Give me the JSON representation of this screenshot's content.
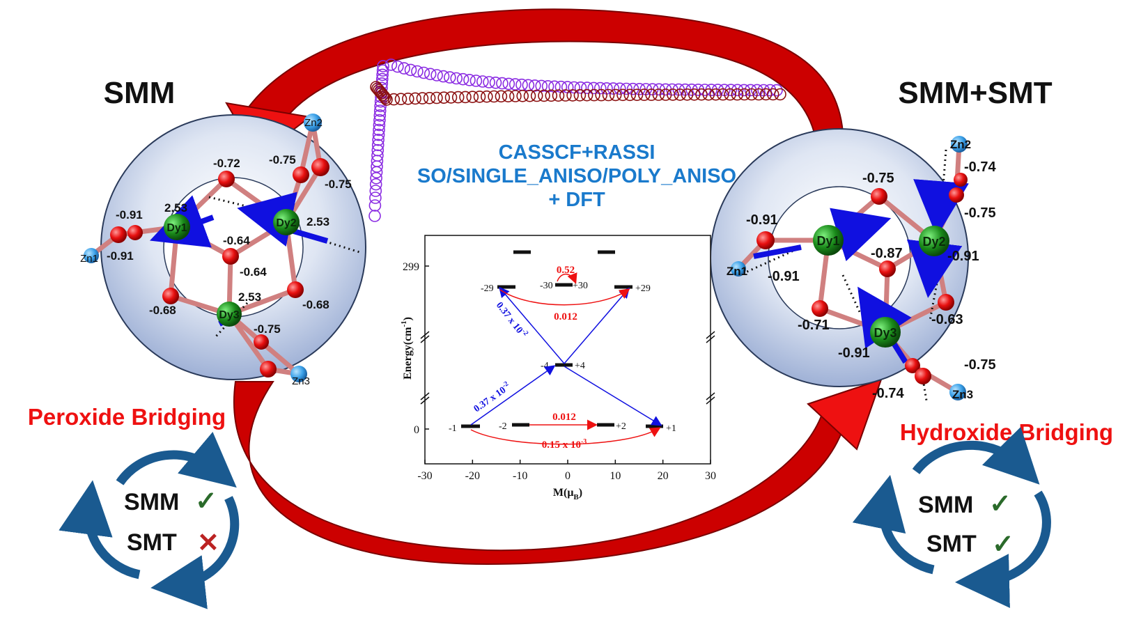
{
  "titles": {
    "left": "SMM",
    "right": "SMM+SMT"
  },
  "methods": {
    "line1": "CASSCF+RASSI",
    "line2": "SO/SINGLE_ANISO/POLY_ANISO",
    "line3": "+ DFT"
  },
  "bridging": {
    "left": "Peroxide Bridging",
    "right": "Hydroxide Bridging"
  },
  "cycle_left": {
    "smm": "SMM",
    "smt": "SMT",
    "smm_mark": "✓",
    "smt_mark": "✕"
  },
  "cycle_right": {
    "smm": "SMM",
    "smt": "SMT",
    "smm_mark": "✓",
    "smt_mark": "✓"
  },
  "left_molecule": {
    "atoms": {
      "dy1": "Dy1",
      "dy2": "Dy2",
      "dy3": "Dy3",
      "zn1": "Zn1",
      "zn2": "Zn2",
      "zn3": "Zn3"
    },
    "labels": {
      "a": "-0.72",
      "b": "-0.75",
      "c": "-0.75",
      "d": "2.53",
      "e": "2.53",
      "f": "-0.91",
      "g": "-0.91",
      "h": "-0.64",
      "i": "-0.64",
      "j": "2.53",
      "k": "-0.68",
      "l": "-0.68",
      "m": "-0.75"
    }
  },
  "right_molecule": {
    "atoms": {
      "dy1": "Dy1",
      "dy2": "Dy2",
      "dy3": "Dy3",
      "zn1": "Zn1",
      "zn2": "Zn2",
      "zn3": "Zn3"
    },
    "labels": {
      "a": "-0.75",
      "b": "-0.74",
      "c": "-0.75",
      "d": "-0.91",
      "e": "-0.87",
      "f": "-0.91",
      "g": "-0.91",
      "h": "-0.71",
      "i": "-0.63",
      "j": "-0.91",
      "k": "-0.75",
      "l": "-0.74"
    }
  },
  "energy_diagram": {
    "ylabel": "Energy(cm",
    "ylabel_sup": "-1",
    "ylabel_end": ")",
    "xlabel": "M(μ",
    "xlabel_sub": "B",
    "xlabel_end": ")",
    "xticks": [
      "-30",
      "-20",
      "-10",
      "0",
      "10",
      "20",
      "30"
    ],
    "yticks": {
      "top": "299",
      "bottom": "0"
    },
    "states": {
      "m29": "-29",
      "m30": "-30",
      "p30": "+30",
      "p29": "+29",
      "m4": "-4",
      "p4": "+4",
      "m1": "-1",
      "m2": "-2",
      "p2": "+2",
      "p1": "+1"
    },
    "transitions": {
      "top_tunnel": "0.52",
      "top_red": "0.012",
      "mid_red": "0.012",
      "bottom_red": "0.15 x 10",
      "bottom_red_exp": "-3",
      "blue_upper": "0.37 x 10",
      "blue_upper_exp": "-2",
      "blue_lower": "0.37 x 10",
      "blue_lower_exp": "-2"
    }
  },
  "colors": {
    "red_arrow": "#cc0000",
    "dy": "#1a8a1a",
    "zn": "#3aa0e8",
    "oxygen": "#e81010",
    "bond": "#d08080",
    "blue": "#1010e0",
    "methods": "#1a7acc",
    "bridging": "#ee1111",
    "cycle": "#1a5a90",
    "check": "#2a6a2a",
    "cross": "#bb2222",
    "purple": "#8a2be2",
    "maroon": "#8b1010"
  }
}
